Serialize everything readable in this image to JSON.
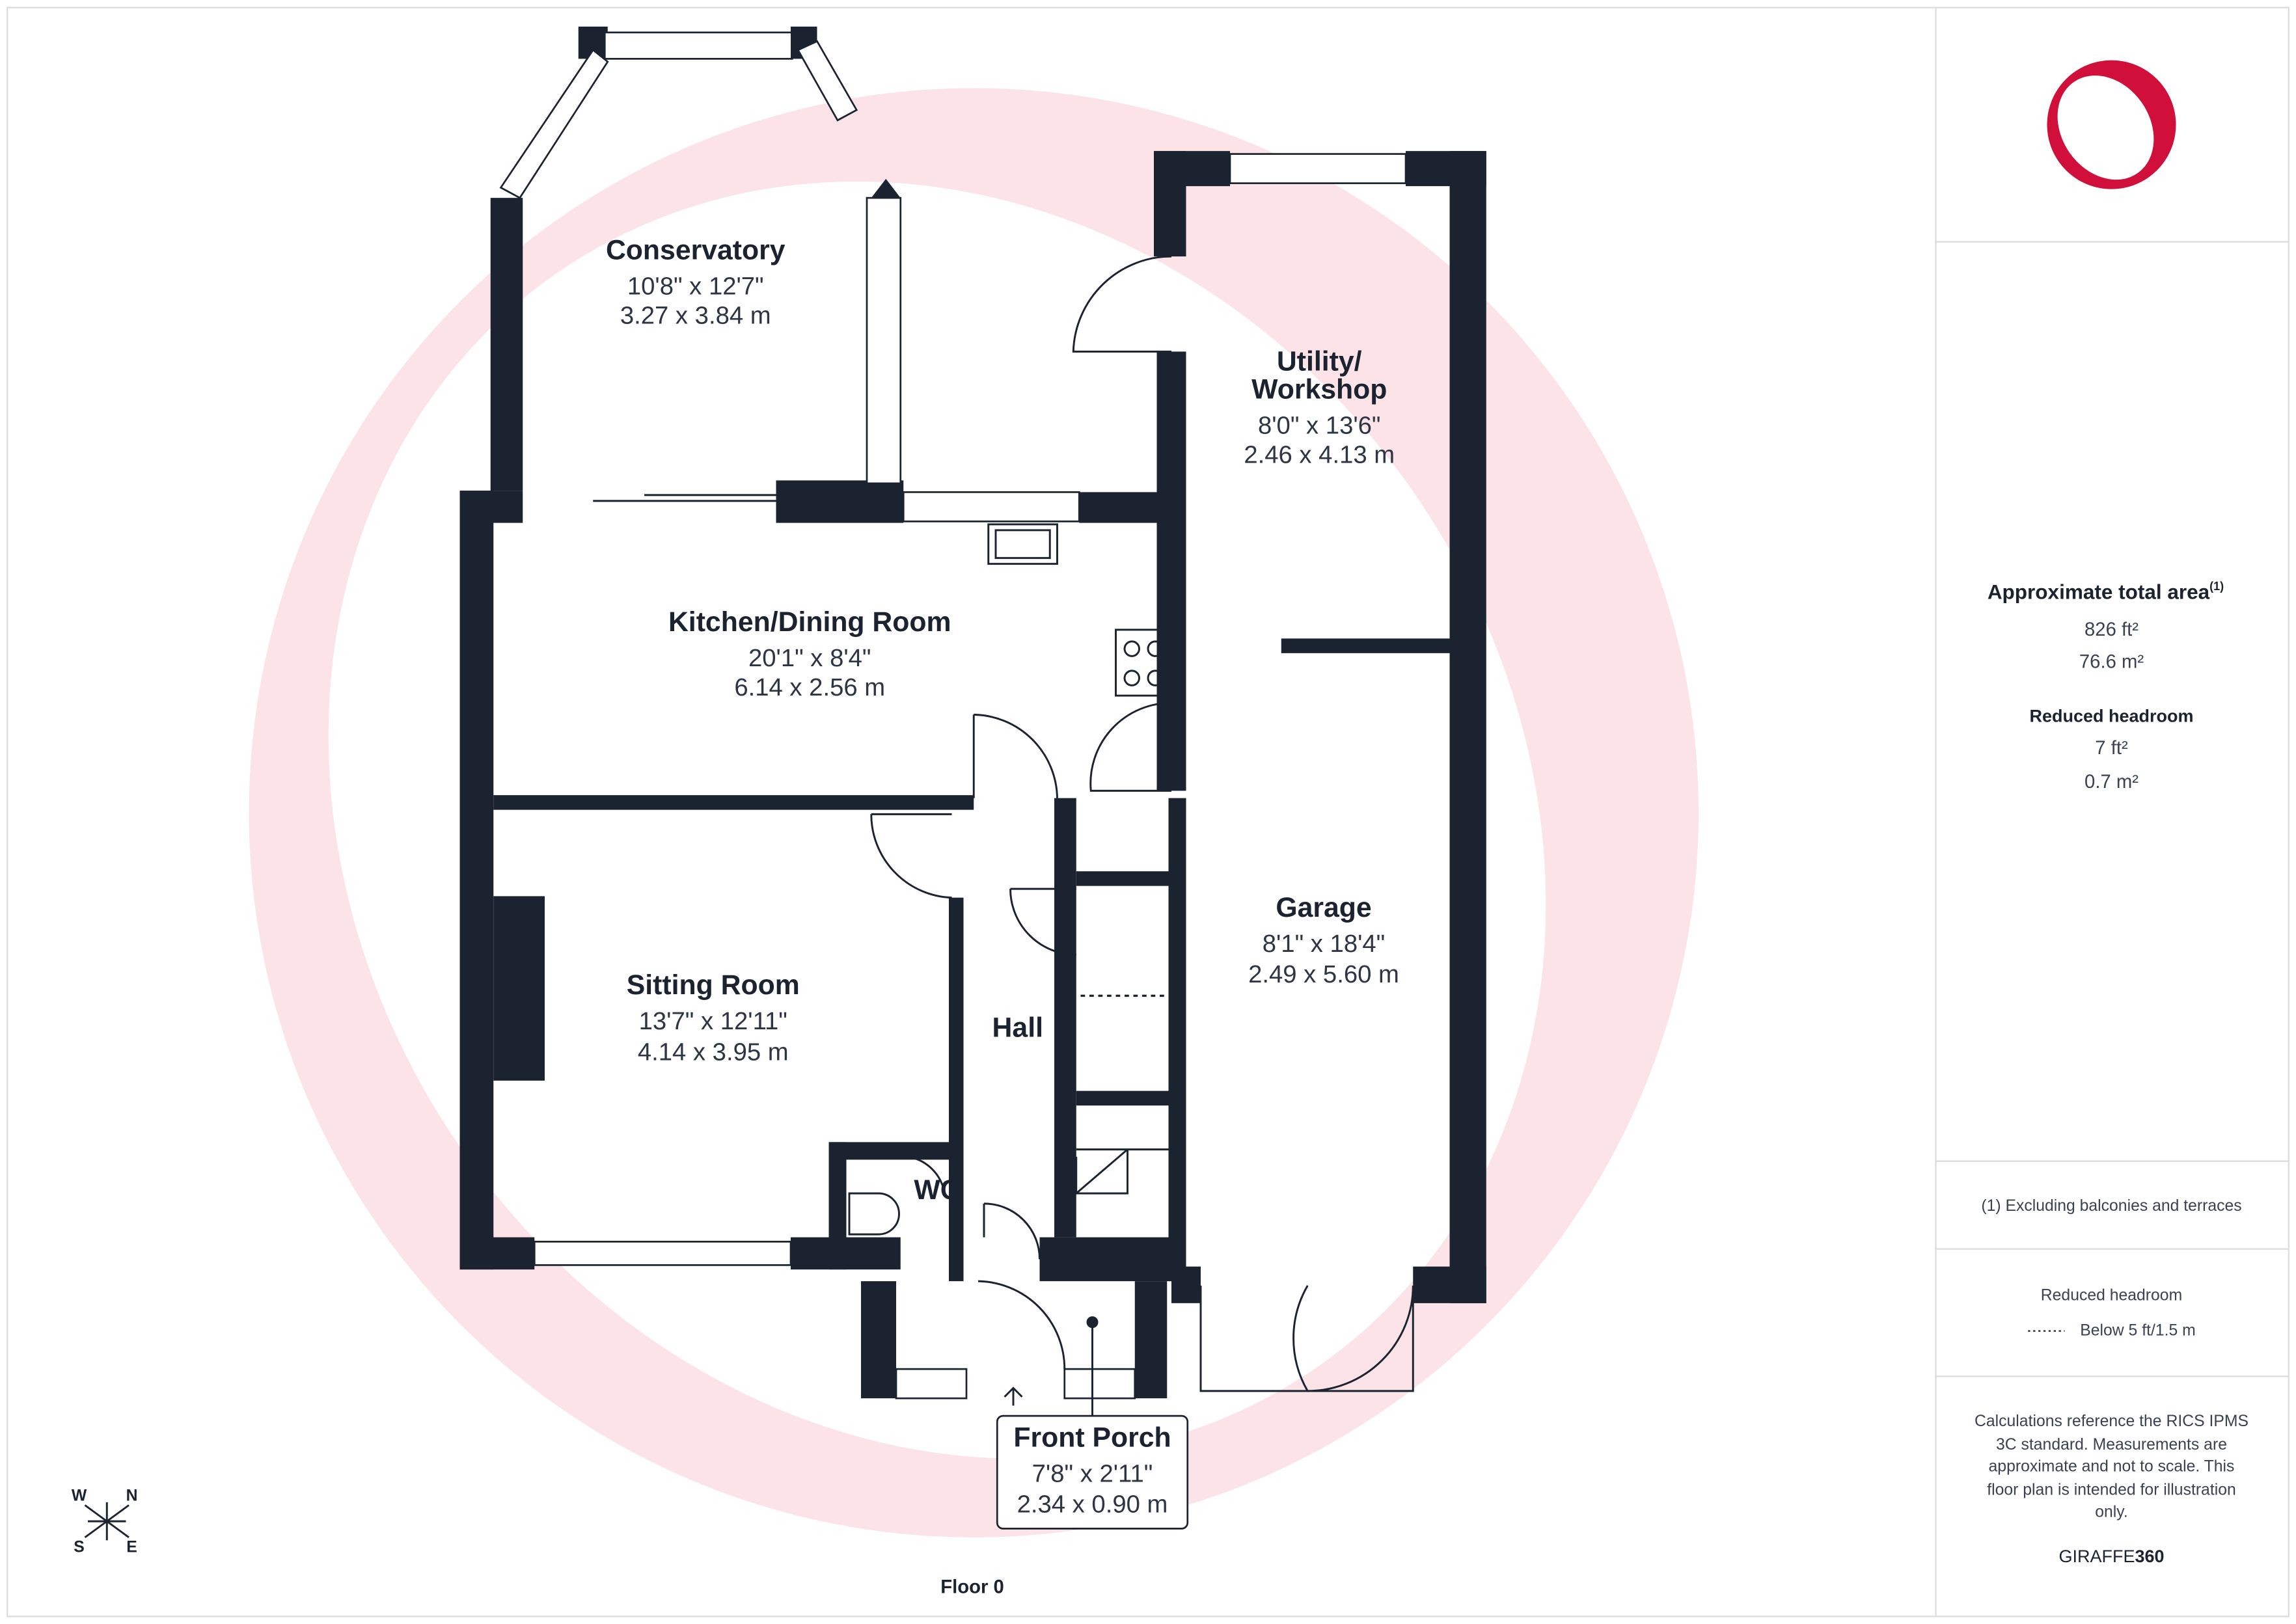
{
  "floor_label": "Floor 0",
  "rooms": {
    "conservatory": {
      "name": "Conservatory",
      "imperial": "10'8\" x 12'7\"",
      "metric": "3.27 x 3.84 m"
    },
    "utility": {
      "name_line1": "Utility/",
      "name_line2": "Workshop",
      "imperial": "8'0\" x 13'6\"",
      "metric": "2.46 x 4.13 m"
    },
    "kitchen": {
      "name": "Kitchen/Dining Room",
      "imperial": "20'1\" x 8'4\"",
      "metric": "6.14 x 2.56 m"
    },
    "sitting": {
      "name": "Sitting Room",
      "imperial": "13'7\" x 12'11\"",
      "metric": "4.14 x 3.95 m"
    },
    "hall": {
      "name": "Hall"
    },
    "wc": {
      "name": "WC"
    },
    "garage": {
      "name": "Garage",
      "imperial": "8'1\" x 18'4\"",
      "metric": "2.49 x 5.60 m"
    },
    "porch": {
      "name": "Front Porch",
      "imperial": "7'8\" x 2'11\"",
      "metric": "2.34 x 0.90 m"
    }
  },
  "compass": {
    "w": "W",
    "n": "N",
    "s": "S",
    "e": "E"
  },
  "sidebar": {
    "total_area_title": "Approximate total area",
    "total_area_sup": "(1)",
    "total_ft": "826 ft²",
    "total_m": "76.6 m²",
    "reduced_title": "Reduced headroom",
    "reduced_ft": "7 ft²",
    "reduced_m": "0.7 m²",
    "footnote": "(1) Excluding balconies and terraces",
    "legend_title": "Reduced headroom",
    "legend_item": "Below 5 ft/1.5 m",
    "disclaimer_lines": [
      "Calculations reference the RICS IPMS",
      "3C standard. Measurements are",
      "approximate and not to scale. This",
      "floor plan is intended for illustration",
      "only."
    ],
    "brand_a": "GIRAFFE",
    "brand_b": "360"
  },
  "colors": {
    "wall": "#1c2330",
    "logo": "#d0103a",
    "watermark": "#fbe3e8"
  }
}
